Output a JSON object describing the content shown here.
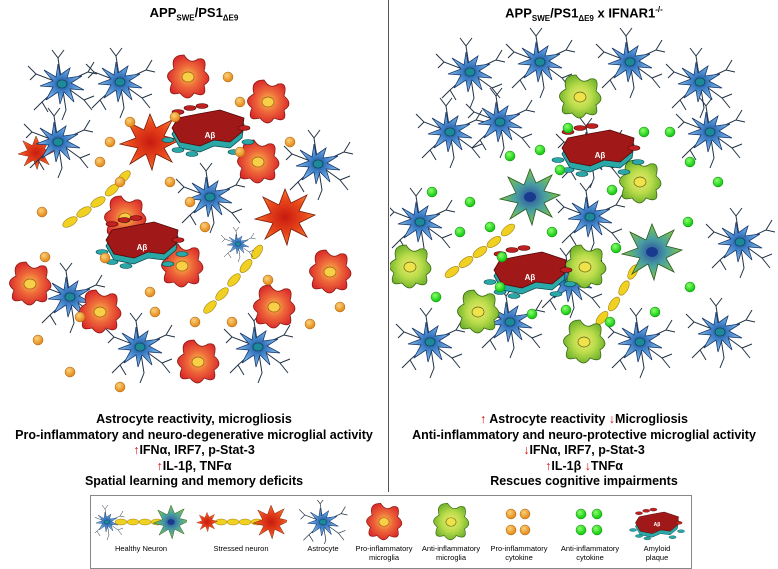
{
  "left_panel": {
    "title_main": "APP",
    "title_sub1": "SWE",
    "title_mid": "/PS1",
    "title_sub2": "ΔE9",
    "plaque_label": "Aβ",
    "caption": {
      "line1": "Astrocyte reactivity, microgliosis",
      "line2": "Pro-inflammatory and neuro-degenerative microglial activity",
      "line3_arrow": "↑",
      "line3_text": "IFNα, IRF7, p-Stat-3",
      "line4_arrow": "↑",
      "line4_text": "IL-1β, TNFα",
      "line5": "Spatial learning and memory deficits"
    }
  },
  "right_panel": {
    "title_main": "APP",
    "title_sub1": "SWE",
    "title_mid": "/PS1",
    "title_sub2": "ΔE9",
    "title_tail": " x IFNAR1",
    "title_sup": "-/-",
    "plaque_label": "Aβ",
    "caption": {
      "line1_arrow1": "↑",
      "line1_text1": " Astrocyte reactivity ",
      "line1_arrow2": "↓",
      "line1_text2": "Microgliosis",
      "line2": "Anti-inflammatory and neuro-protective microglial activity",
      "line3_arrow": "↓",
      "line3_text": "IFNα, IRF7, p-Stat-3",
      "line4_arrow1": "↑",
      "line4_text1": "IL-1β  ",
      "line4_arrow2": "↓",
      "line4_text2": "TNFα",
      "line5": "Rescues cognitive impairments"
    }
  },
  "legend": {
    "items": [
      {
        "label": "Healthy Neuron",
        "label2": ""
      },
      {
        "label": "Stressed neuron",
        "label2": ""
      },
      {
        "label": "Astrocyte",
        "label2": ""
      },
      {
        "label": "Pro-inflammatory",
        "label2": "microglia"
      },
      {
        "label": "Anti-inflammatory",
        "label2": "microglia"
      },
      {
        "label": "Pro-inflammatory",
        "label2": "cytokine"
      },
      {
        "label": "Anti-inflammatory",
        "label2": "cytokine"
      },
      {
        "label": "Amyloid",
        "label2": "plaque"
      }
    ],
    "plaque_label": "Aβ"
  },
  "colors": {
    "astrocyte": "#4a8fd0",
    "pro_microglia": "#e8403a",
    "anti_microglia": "#9ccc3a",
    "pro_cytokine": "#f0a030",
    "anti_cytokine": "#22dd22",
    "plaque_top": "#a01818",
    "plaque_base": "#2aa8a8",
    "stressed_neuron": "#e84a20",
    "healthy_neuron": "#6fb040",
    "axon": "#f0d020",
    "arrow": "#d01010"
  }
}
